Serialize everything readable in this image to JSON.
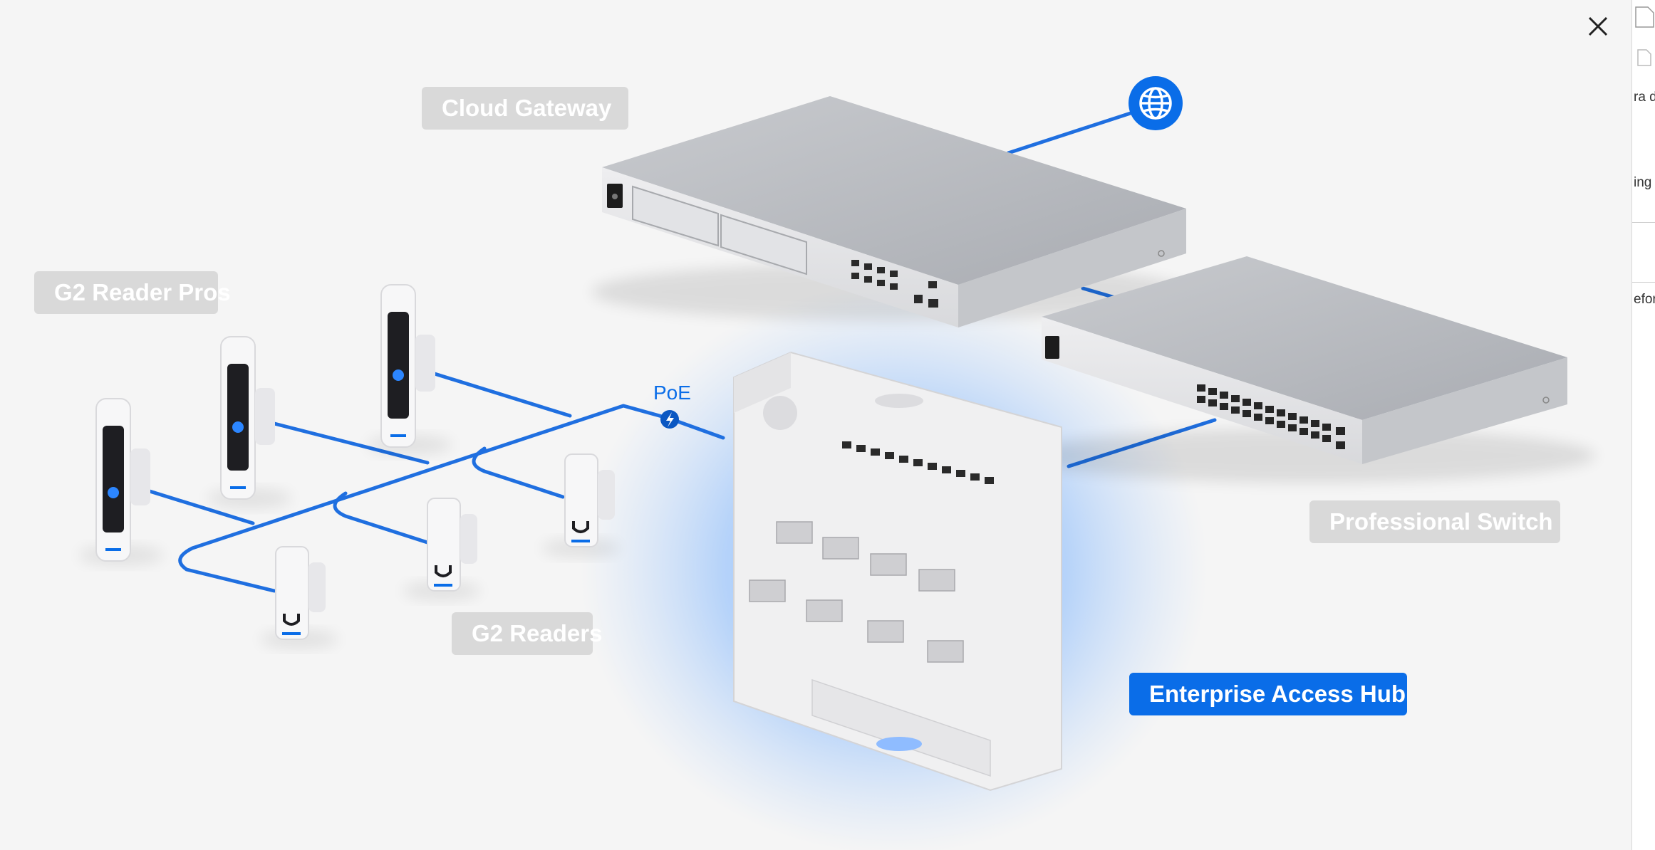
{
  "diagram": {
    "labels": {
      "cloud_gateway": "Cloud Gateway",
      "g2_reader_pros": "G2 Reader Pros",
      "g2_readers": "G2 Readers",
      "professional_switch": "Professional Switch",
      "enterprise_access_hub": "Enterprise Access Hub",
      "poe": "PoE"
    }
  },
  "background_window": {
    "snippets": [
      "ra de",
      "ing",
      "efor"
    ]
  },
  "colors": {
    "accent": "#0a6de8",
    "label_bg": "#d9d9d9",
    "cable": "#1f6fe0",
    "background": "#f5f5f5"
  }
}
